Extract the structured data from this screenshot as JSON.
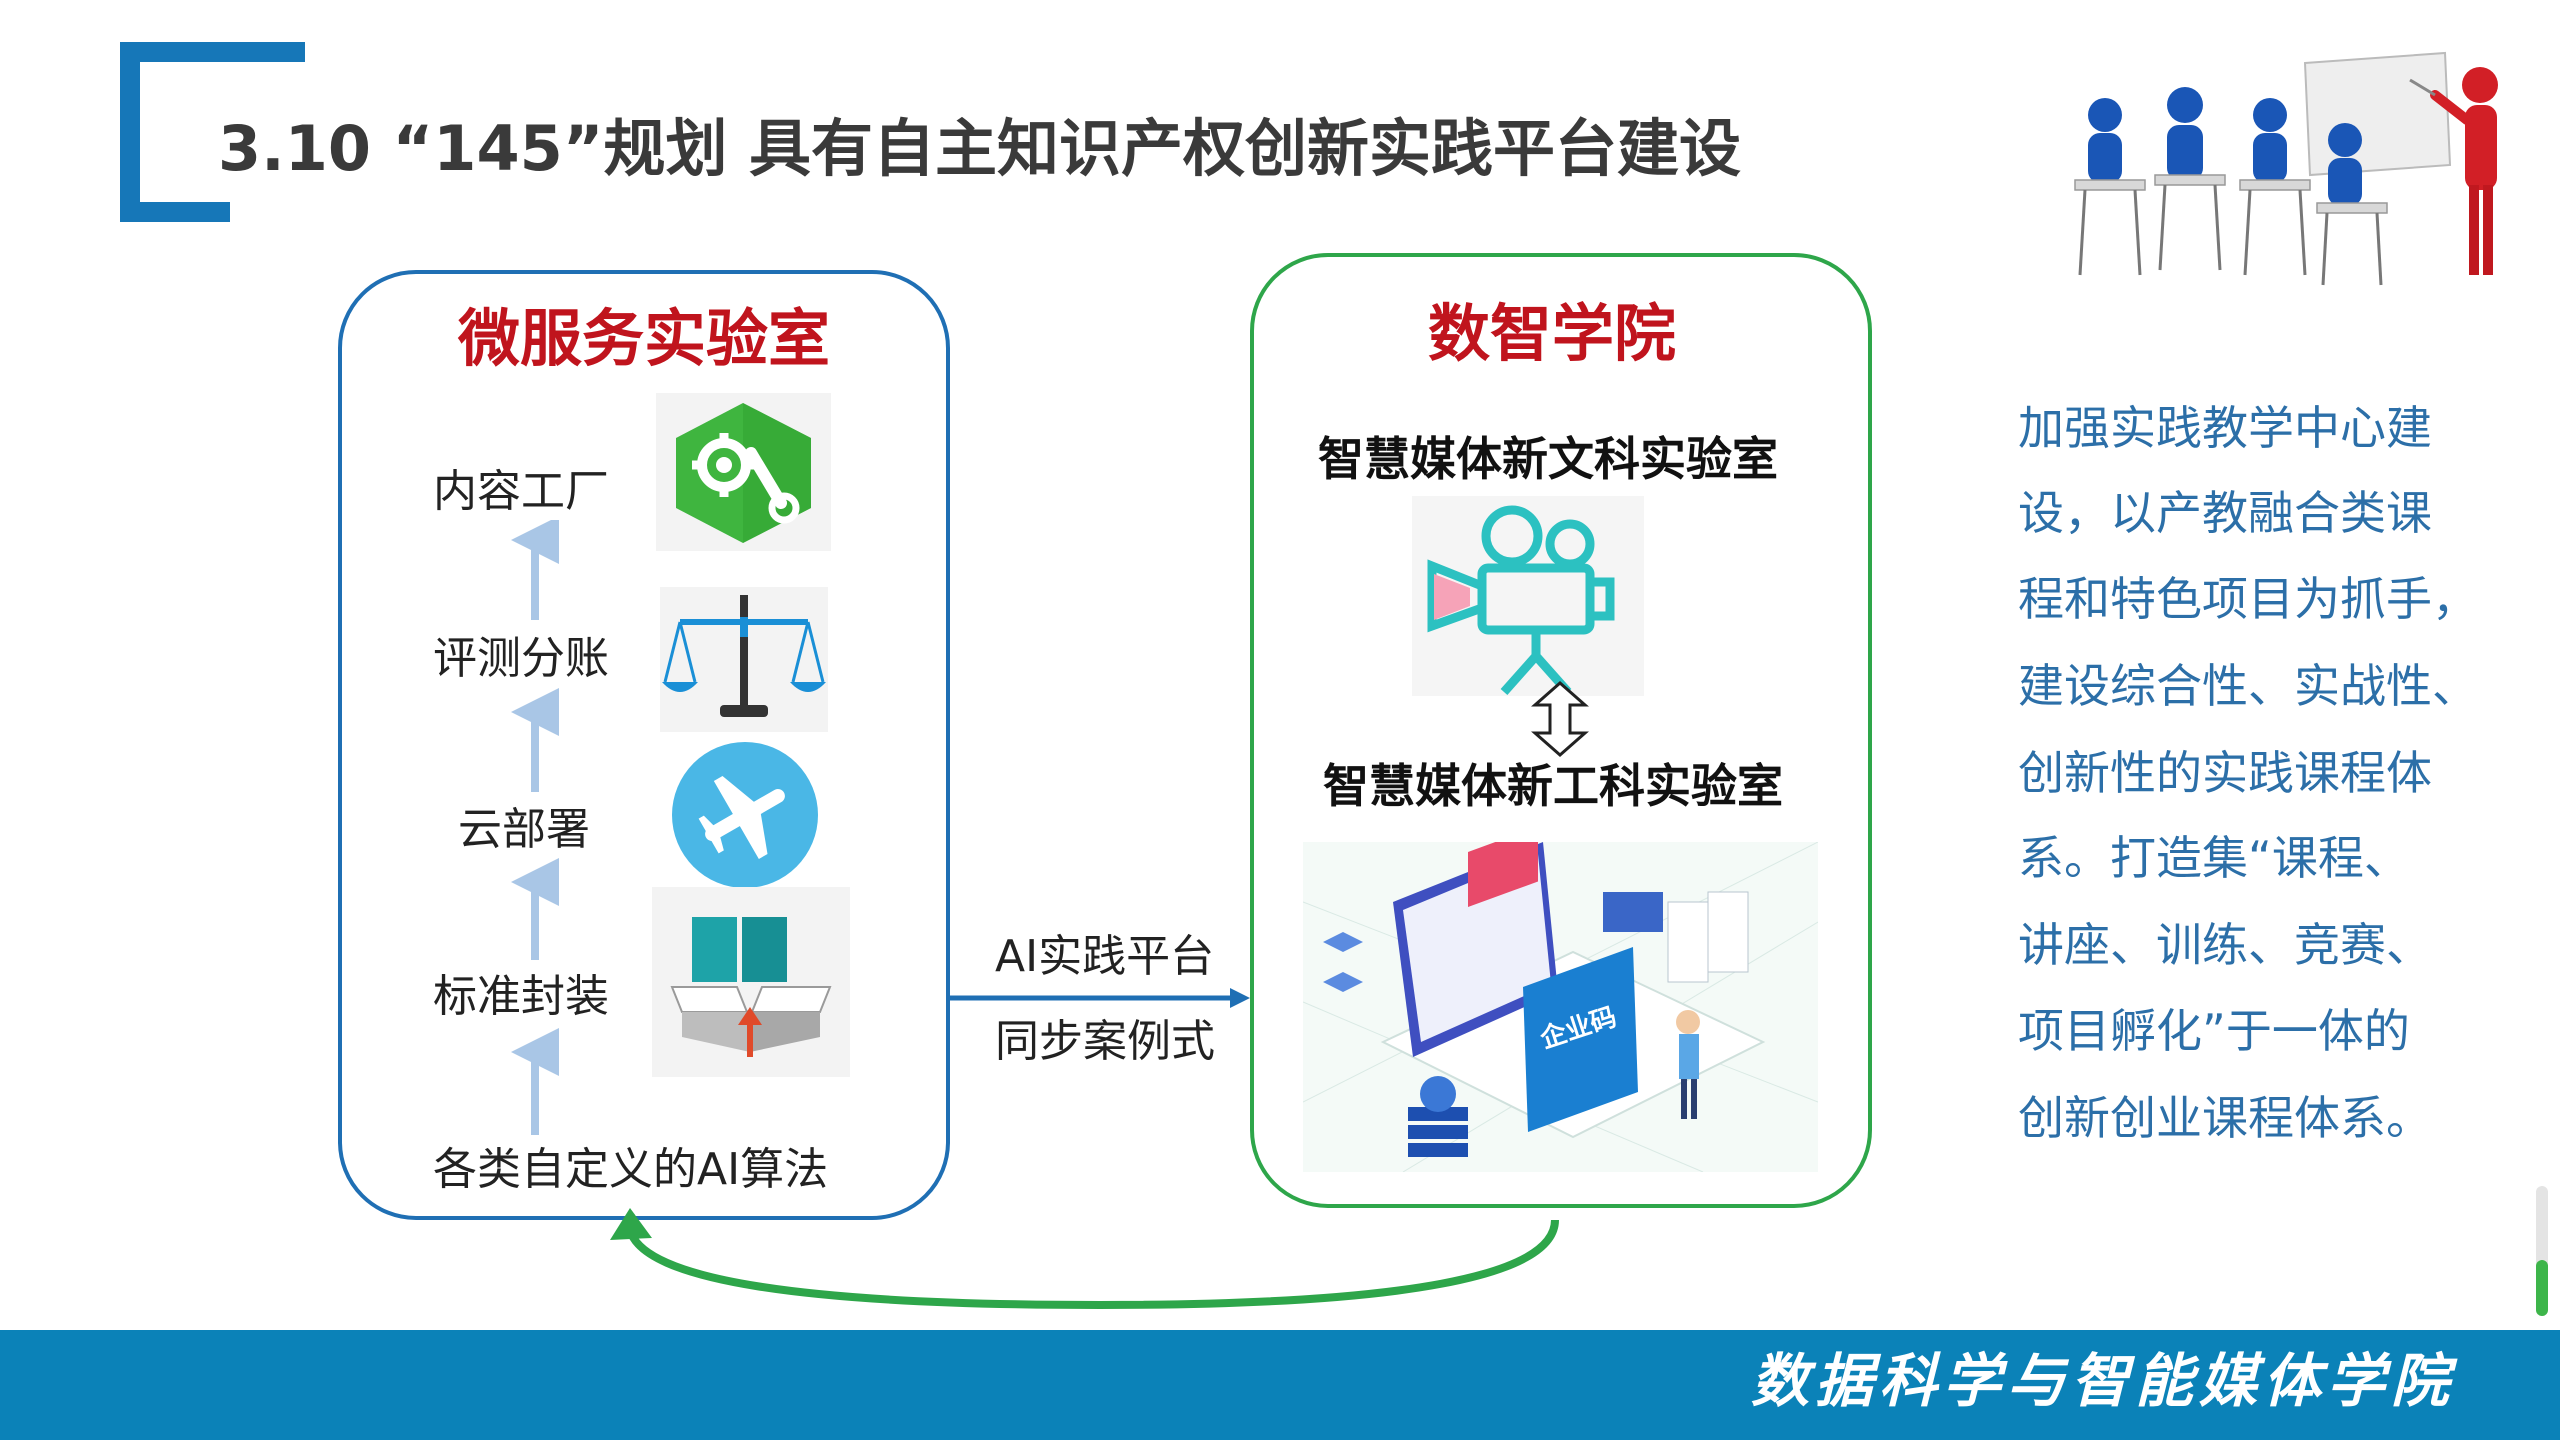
{
  "header": {
    "title": "3.10 “145”规划 具有自主知识产权创新实践平台建设"
  },
  "left_panel": {
    "title": "微服务实验室",
    "steps": [
      "内容工厂",
      "评测分账",
      "云部署",
      "标准封装",
      "各类自定义的AI算法"
    ],
    "icons": [
      "gear-wrench-icon",
      "balance-scale-icon",
      "airplane-icon",
      "open-box-icon"
    ]
  },
  "connector": {
    "line1": "AI实践平台",
    "line2": "同步案例式"
  },
  "right_panel": {
    "title": "数智学院",
    "lab1": "智慧媒体新文科实验室",
    "lab2": "智慧媒体新工科实验室",
    "icons": [
      "movie-camera-icon",
      "double-arrow-icon",
      "isometric-platform-illustration"
    ],
    "badge_text": "企业码"
  },
  "side_text": {
    "lines": [
      "加强实践教学中心建",
      "设，以产教融合类课",
      "程和特色项目为抓手，",
      "建设综合性、实战性、",
      "创新性的实践课程体",
      "系。打造集“课程、",
      "讲座、训练、竞赛、",
      "项目孵化”于一体的",
      "创新创业课程体系。"
    ]
  },
  "footer": {
    "org": "数据科学与智能媒体学院"
  },
  "colors": {
    "accent_blue": "#1677b8",
    "title_red": "#c0141d",
    "green_border": "#2ea64a",
    "footer_bg": "#0b82b8",
    "side_text": "#2c6fa8"
  }
}
